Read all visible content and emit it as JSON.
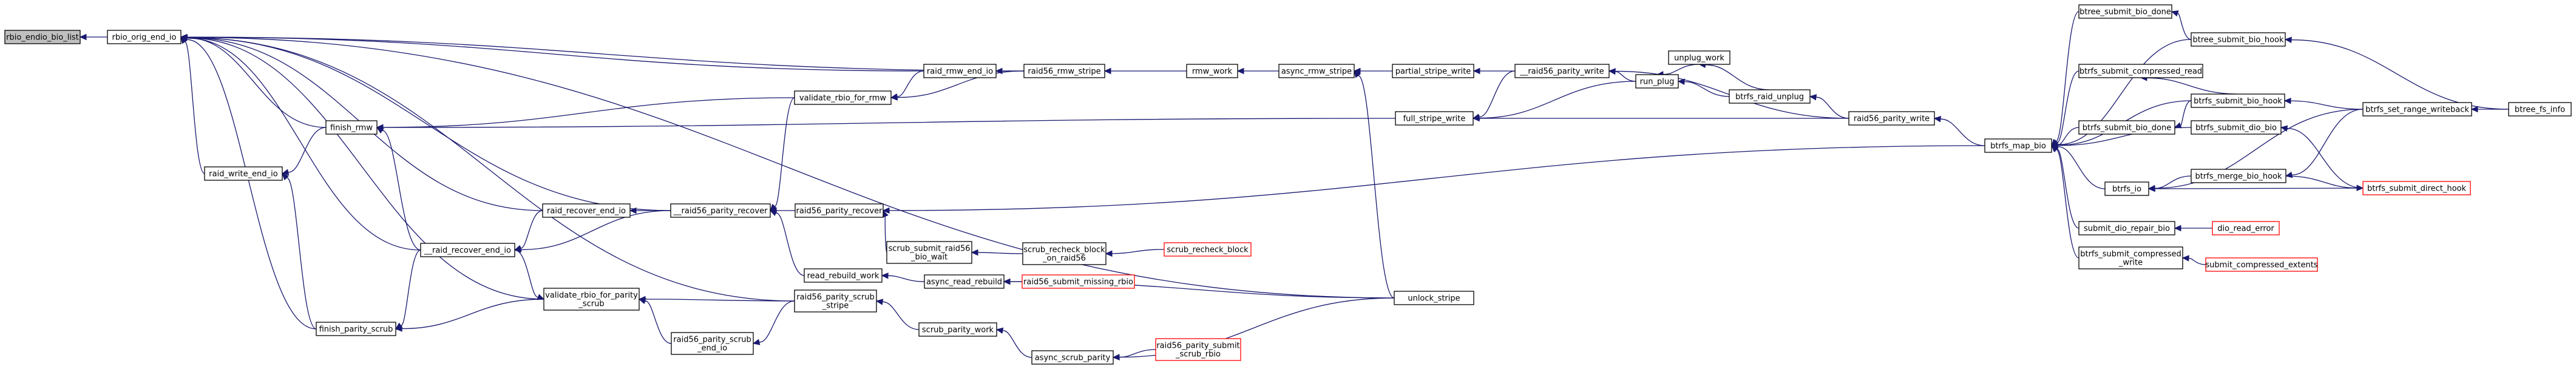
{
  "graph": {
    "colors": {
      "edge": "#191970",
      "node_border_default": "#000000",
      "node_border_incomplete": "#ff0000",
      "node_fill_default": "#ffffff",
      "node_fill_focus": "#bfbfbf"
    },
    "nodes": [
      {
        "id": "focus",
        "lines": [
          "rbio_endio_bio_list"
        ],
        "focus": true
      },
      {
        "id": "rbio_orig_end_io",
        "lines": [
          "rbio_orig_end_io"
        ]
      },
      {
        "id": "raid_write_end_io",
        "lines": [
          "raid_write_end_io"
        ]
      },
      {
        "id": "finish_rmw",
        "lines": [
          "finish_rmw"
        ]
      },
      {
        "id": "finish_parity_scrub",
        "lines": [
          "finish_parity_scrub"
        ]
      },
      {
        "id": "raid_recover_end_io",
        "lines": [
          "raid_recover_end_io"
        ]
      },
      {
        "id": "__raid_recover_end_io",
        "lines": [
          "__raid_recover_end_io"
        ]
      },
      {
        "id": "validate_rbio_for_rmw",
        "lines": [
          "validate_rbio_for_rmw"
        ]
      },
      {
        "id": "validate_rbio_for_parity_scrub",
        "lines": [
          "validate_rbio_for_parity",
          "_scrub"
        ]
      },
      {
        "id": "raid_rmw_end_io",
        "lines": [
          "raid_rmw_end_io"
        ]
      },
      {
        "id": "__raid56_parity_recover",
        "lines": [
          "__raid56_parity_recover"
        ]
      },
      {
        "id": "raid56_parity_scrub_end_io",
        "lines": [
          "raid56_parity_scrub",
          "_end_io"
        ]
      },
      {
        "id": "raid56_parity_scrub_stripe",
        "lines": [
          "raid56_parity_scrub",
          "_stripe"
        ]
      },
      {
        "id": "raid56_rmw_stripe",
        "lines": [
          "raid56_rmw_stripe"
        ]
      },
      {
        "id": "raid56_parity_recover",
        "lines": [
          "raid56_parity_recover"
        ]
      },
      {
        "id": "read_rebuild_work",
        "lines": [
          "read_rebuild_work"
        ]
      },
      {
        "id": "scrub_submit_raid56_bio_wait",
        "lines": [
          "scrub_submit_raid56",
          "_bio_wait"
        ]
      },
      {
        "id": "scrub_parity_work",
        "lines": [
          "scrub_parity_work"
        ]
      },
      {
        "id": "rmw_work",
        "lines": [
          "rmw_work"
        ]
      },
      {
        "id": "async_read_rebuild",
        "lines": [
          "async_read_rebuild"
        ]
      },
      {
        "id": "scrub_recheck_block_on_raid56",
        "lines": [
          "scrub_recheck_block",
          "_on_raid56"
        ]
      },
      {
        "id": "async_scrub_parity",
        "lines": [
          "async_scrub_parity"
        ]
      },
      {
        "id": "async_rmw_stripe",
        "lines": [
          "async_rmw_stripe"
        ]
      },
      {
        "id": "raid56_submit_missing_rbio",
        "lines": [
          "raid56_submit_missing_rbio"
        ],
        "incomplete": true
      },
      {
        "id": "scrub_recheck_block",
        "lines": [
          "scrub_recheck_block"
        ],
        "incomplete": true
      },
      {
        "id": "raid56_parity_submit_scrub_rbio",
        "lines": [
          "raid56_parity_submit",
          "_scrub_rbio"
        ],
        "incomplete": true
      },
      {
        "id": "partial_stripe_write",
        "lines": [
          "partial_stripe_write"
        ]
      },
      {
        "id": "full_stripe_write",
        "lines": [
          "full_stripe_write"
        ]
      },
      {
        "id": "unlock_stripe",
        "lines": [
          "unlock_stripe"
        ]
      },
      {
        "id": "__raid56_parity_write",
        "lines": [
          "__raid56_parity_write"
        ]
      },
      {
        "id": "run_plug",
        "lines": [
          "run_plug"
        ]
      },
      {
        "id": "unplug_work",
        "lines": [
          "unplug_work"
        ]
      },
      {
        "id": "btrfs_raid_unplug",
        "lines": [
          "btrfs_raid_unplug"
        ]
      },
      {
        "id": "raid56_parity_write",
        "lines": [
          "raid56_parity_write"
        ]
      },
      {
        "id": "btrfs_map_bio",
        "lines": [
          "btrfs_map_bio"
        ]
      },
      {
        "id": "btree_submit_bio_done",
        "lines": [
          "btree_submit_bio_done"
        ]
      },
      {
        "id": "btree_submit_bio_hook",
        "lines": [
          "btree_submit_bio_hook"
        ]
      },
      {
        "id": "btrfs_submit_compressed_read",
        "lines": [
          "btrfs_submit_compressed_read"
        ]
      },
      {
        "id": "btrfs_submit_bio_hook",
        "lines": [
          "btrfs_submit_bio_hook"
        ]
      },
      {
        "id": "btrfs_submit_bio_done",
        "lines": [
          "btrfs_submit_bio_done"
        ]
      },
      {
        "id": "btrfs_submit_dio_bio",
        "lines": [
          "btrfs_submit_dio_bio"
        ]
      },
      {
        "id": "btrfs_merge_bio_hook",
        "lines": [
          "btrfs_merge_bio_hook"
        ]
      },
      {
        "id": "btrfs_io",
        "lines": [
          "btrfs_io"
        ]
      },
      {
        "id": "submit_dio_repair_bio",
        "lines": [
          "submit_dio_repair_bio"
        ]
      },
      {
        "id": "btrfs_submit_compressed_write",
        "lines": [
          "btrfs_submit_compressed",
          "_write"
        ]
      },
      {
        "id": "btrfs_set_range_writeback",
        "lines": [
          "btrfs_set_range_writeback"
        ]
      },
      {
        "id": "btree_fs_info",
        "lines": [
          "btree_fs_info"
        ]
      },
      {
        "id": "btrfs_submit_direct_hook",
        "lines": [
          "btrfs_submit_direct_hook"
        ],
        "incomplete": true
      },
      {
        "id": "dio_read_error",
        "lines": [
          "dio_read_error"
        ],
        "incomplete": true
      },
      {
        "id": "submit_compressed_extents",
        "lines": [
          "submit_compressed_extents"
        ],
        "incomplete": true
      }
    ],
    "edges": [
      [
        "rbio_orig_end_io",
        "focus"
      ],
      [
        "raid_write_end_io",
        "rbio_orig_end_io"
      ],
      [
        "finish_rmw",
        "rbio_orig_end_io"
      ],
      [
        "finish_parity_scrub",
        "rbio_orig_end_io"
      ],
      [
        "__raid_recover_end_io",
        "rbio_orig_end_io"
      ],
      [
        "raid_recover_end_io",
        "rbio_orig_end_io"
      ],
      [
        "validate_rbio_for_parity_scrub",
        "rbio_orig_end_io"
      ],
      [
        "raid_rmw_end_io",
        "rbio_orig_end_io"
      ],
      [
        "raid56_rmw_stripe",
        "rbio_orig_end_io"
      ],
      [
        "__raid56_parity_recover",
        "rbio_orig_end_io"
      ],
      [
        "raid56_parity_scrub_stripe",
        "rbio_orig_end_io"
      ],
      [
        "unlock_stripe",
        "rbio_orig_end_io"
      ],
      [
        "finish_rmw",
        "raid_write_end_io"
      ],
      [
        "finish_parity_scrub",
        "raid_write_end_io"
      ],
      [
        "validate_rbio_for_rmw",
        "finish_rmw"
      ],
      [
        "__raid_recover_end_io",
        "finish_rmw"
      ],
      [
        "full_stripe_write",
        "finish_rmw"
      ],
      [
        "validate_rbio_for_parity_scrub",
        "finish_parity_scrub"
      ],
      [
        "__raid_recover_end_io",
        "finish_parity_scrub"
      ],
      [
        "__raid56_parity_recover",
        "raid_recover_end_io"
      ],
      [
        "raid_recover_end_io",
        "__raid_recover_end_io"
      ],
      [
        "__raid56_parity_recover",
        "__raid_recover_end_io"
      ],
      [
        "__raid_recover_end_io",
        "validate_rbio_for_parity_scrub"
      ],
      [
        "raid_rmw_end_io",
        "validate_rbio_for_rmw"
      ],
      [
        "raid56_rmw_stripe",
        "validate_rbio_for_rmw"
      ],
      [
        "raid56_parity_scrub_end_io",
        "validate_rbio_for_parity_scrub"
      ],
      [
        "raid56_parity_scrub_stripe",
        "validate_rbio_for_parity_scrub"
      ],
      [
        "raid56_parity_scrub_stripe",
        "raid56_parity_scrub_end_io"
      ],
      [
        "raid56_rmw_stripe",
        "raid_rmw_end_io"
      ],
      [
        "validate_rbio_for_rmw",
        "__raid56_parity_recover"
      ],
      [
        "raid56_parity_recover",
        "__raid56_parity_recover"
      ],
      [
        "read_rebuild_work",
        "__raid56_parity_recover"
      ],
      [
        "async_read_rebuild",
        "read_rebuild_work"
      ],
      [
        "scrub_parity_work",
        "raid56_parity_scrub_stripe"
      ],
      [
        "rmw_work",
        "raid56_rmw_stripe"
      ],
      [
        "scrub_submit_raid56_bio_wait",
        "raid56_parity_recover"
      ],
      [
        "btrfs_map_bio",
        "raid56_parity_recover"
      ],
      [
        "scrub_recheck_block_on_raid56",
        "scrub_submit_raid56_bio_wait"
      ],
      [
        "scrub_recheck_block",
        "scrub_recheck_block_on_raid56"
      ],
      [
        "async_scrub_parity",
        "scrub_parity_work"
      ],
      [
        "raid56_parity_submit_scrub_rbio",
        "async_scrub_parity"
      ],
      [
        "unlock_stripe",
        "async_scrub_parity"
      ],
      [
        "async_rmw_stripe",
        "rmw_work"
      ],
      [
        "partial_stripe_write",
        "async_rmw_stripe"
      ],
      [
        "unlock_stripe",
        "async_rmw_stripe"
      ],
      [
        "raid56_submit_missing_rbio",
        "async_read_rebuild"
      ],
      [
        "unlock_stripe",
        "async_read_rebuild"
      ],
      [
        "__raid56_parity_write",
        "partial_stripe_write"
      ],
      [
        "__raid56_parity_write",
        "full_stripe_write"
      ],
      [
        "run_plug",
        "full_stripe_write"
      ],
      [
        "raid56_parity_write",
        "full_stripe_write"
      ],
      [
        "run_plug",
        "__raid56_parity_write"
      ],
      [
        "raid56_parity_write",
        "__raid56_parity_write"
      ],
      [
        "unplug_work",
        "run_plug"
      ],
      [
        "btrfs_raid_unplug",
        "run_plug"
      ],
      [
        "btrfs_raid_unplug",
        "unplug_work"
      ],
      [
        "raid56_parity_write",
        "btrfs_raid_unplug"
      ],
      [
        "btrfs_map_bio",
        "raid56_parity_write"
      ],
      [
        "btree_submit_bio_done",
        "btrfs_map_bio"
      ],
      [
        "btree_submit_bio_hook",
        "btrfs_map_bio"
      ],
      [
        "btrfs_submit_compressed_read",
        "btrfs_map_bio"
      ],
      [
        "btrfs_submit_bio_hook",
        "btrfs_map_bio"
      ],
      [
        "btrfs_submit_bio_done",
        "btrfs_map_bio"
      ],
      [
        "btrfs_submit_dio_bio",
        "btrfs_map_bio"
      ],
      [
        "btrfs_io",
        "btrfs_map_bio"
      ],
      [
        "submit_dio_repair_bio",
        "btrfs_map_bio"
      ],
      [
        "btrfs_submit_compressed_write",
        "btrfs_map_bio"
      ],
      [
        "btree_submit_bio_hook",
        "btree_submit_bio_done"
      ],
      [
        "btree_fs_info",
        "btree_submit_bio_hook"
      ],
      [
        "btrfs_submit_bio_hook",
        "btrfs_submit_compressed_read"
      ],
      [
        "btrfs_set_range_writeback",
        "btrfs_submit_bio_hook"
      ],
      [
        "btrfs_submit_bio_hook",
        "btrfs_submit_bio_done"
      ],
      [
        "btrfs_submit_direct_hook",
        "btrfs_submit_dio_bio"
      ],
      [
        "btrfs_merge_bio_hook",
        "btrfs_io"
      ],
      [
        "btrfs_set_range_writeback",
        "btrfs_io"
      ],
      [
        "btrfs_submit_direct_hook",
        "btrfs_io"
      ],
      [
        "btrfs_set_range_writeback",
        "btrfs_merge_bio_hook"
      ],
      [
        "btree_fs_info",
        "btrfs_set_range_writeback"
      ],
      [
        "btrfs_merge_bio_hook",
        "btrfs_submit_direct_hook"
      ],
      [
        "dio_read_error",
        "submit_dio_repair_bio"
      ],
      [
        "submit_compressed_extents",
        "btrfs_submit_compressed_write"
      ]
    ]
  }
}
